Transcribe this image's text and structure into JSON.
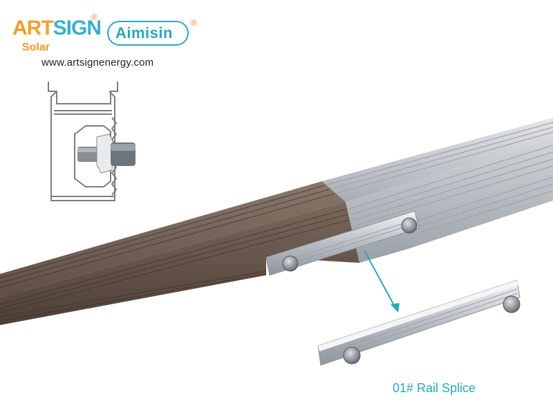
{
  "brand": {
    "artsign_a": "A",
    "artsign_rt": "RT",
    "artsign_sign": "SIGN",
    "artsign_sub": "Solar",
    "registered_mark": "®",
    "aimisin": "Aimisin",
    "website": "www.artsignenergy.com"
  },
  "caption": "01# Rail Splice",
  "colors": {
    "rail_brown": "#6b5a4f",
    "rail_silver": "#b8bcc2",
    "accent_teal": "#2aa7b8",
    "brand_orange": "#f29a2e"
  }
}
